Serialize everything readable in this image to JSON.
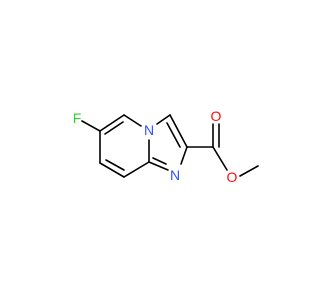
{
  "molecule": {
    "atoms": {
      "fluorine": "F",
      "ring_nitrogen": "N",
      "imine_nitrogen": "N",
      "carbonyl_oxygen": "O",
      "ester_oxygen": "O"
    },
    "colors": {
      "bond": "#000000",
      "fluorine": "#33cc33",
      "nitrogen": "#3050f8",
      "oxygen": "#ff0d0d"
    }
  }
}
